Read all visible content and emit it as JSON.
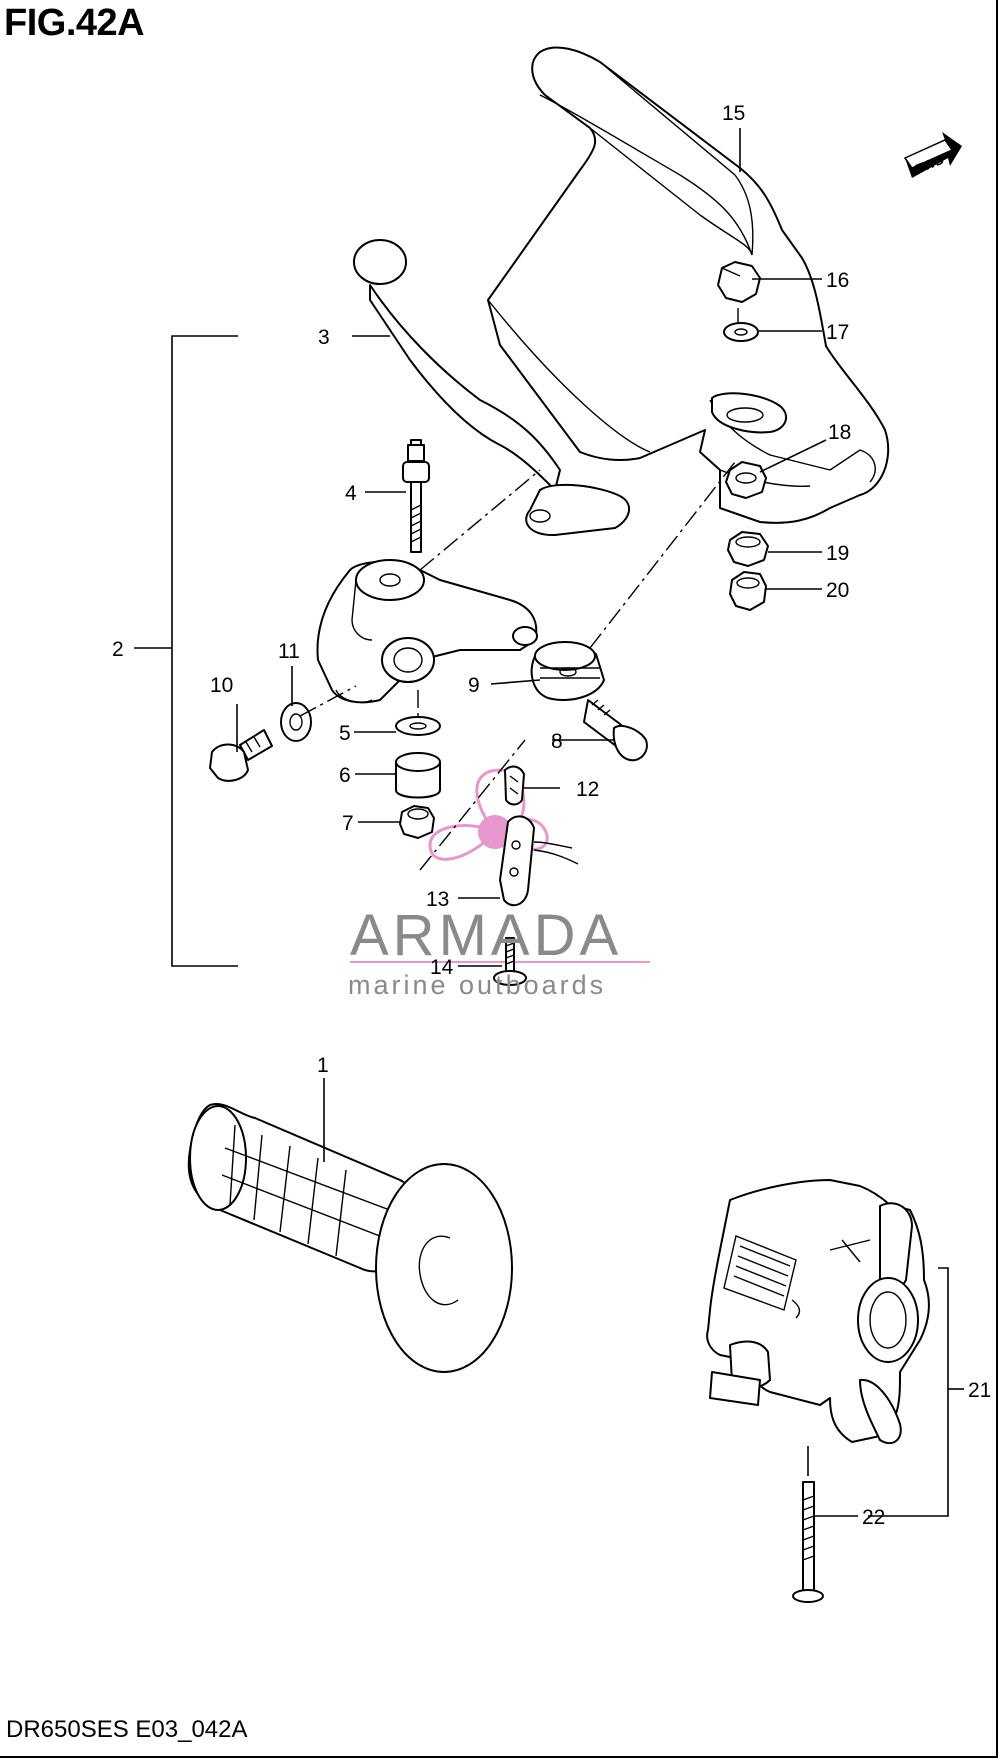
{
  "figure": {
    "title": "FIG.42A",
    "footer_code": "DR650SES E03_042A",
    "direction_label": "FWD"
  },
  "watermark": {
    "brand": "ARMADA",
    "tagline": "marine outboards",
    "accent_color": "#e68cc8",
    "text_color": "#8a8a8a"
  },
  "callouts": {
    "c1": "1",
    "c2": "2",
    "c3": "3",
    "c4": "4",
    "c5": "5",
    "c6": "6",
    "c7": "7",
    "c8": "8",
    "c9": "9",
    "c10": "10",
    "c11": "11",
    "c12": "12",
    "c13": "13",
    "c14": "14",
    "c15": "15",
    "c16": "16",
    "c17": "17",
    "c18": "18",
    "c19": "19",
    "c20": "20",
    "c21": "21",
    "c22": "22"
  }
}
